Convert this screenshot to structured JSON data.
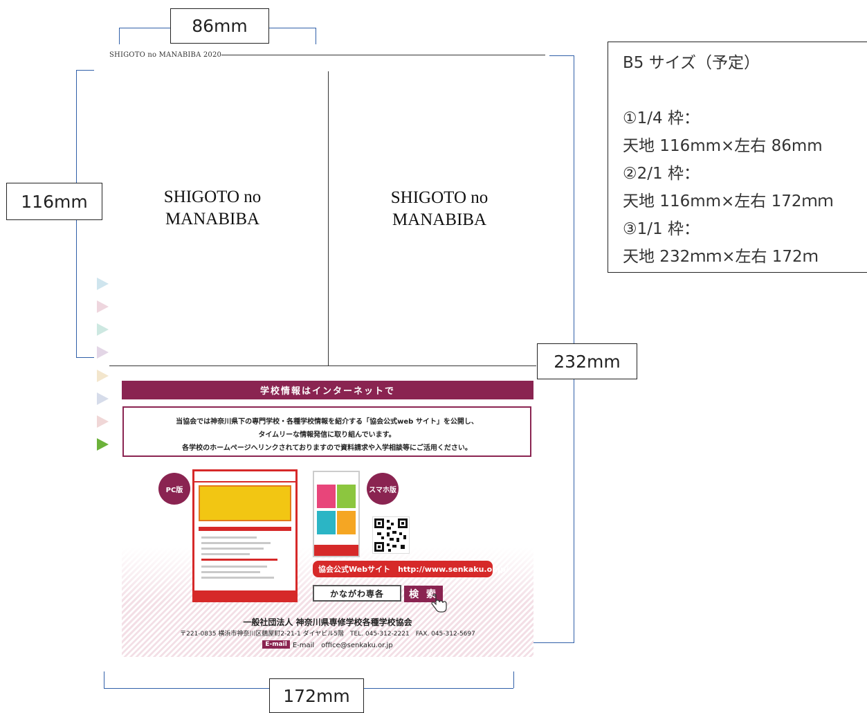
{
  "dimensions": {
    "width_86": "86mm",
    "height_116": "116mm",
    "height_232": "232mm",
    "width_172": "172mm"
  },
  "magazine": {
    "header": "SHIGOTO no MANABIBA 2020",
    "placeholder_left": "SHIGOTO no MANABIBA",
    "placeholder_right": "SHIGOTO no MANABIBA"
  },
  "spec": {
    "lines": [
      "B5 サイズ（予定）",
      "",
      "①1/4 枠：",
      "天地 116mm×左右 86mm",
      "②2/1 枠：",
      "天地 116mm×左右 172ｍｍ",
      "③1/1 枠：",
      "天地 232ｍｍ×左右 172ｍ"
    ]
  },
  "ad": {
    "banner": "学校情報はインターネットで",
    "info_lines": [
      "当協会では神奈川県下の専門学校・各種学校情報を紹介する「協会公式web サイト」を公開し、",
      "タイムリーな情報発信に取り組んでいます。",
      "各学校のホームページへリンクされておりますので資料請求や入学相談等にご活用ください。"
    ],
    "pc_label": "PC版",
    "sp_label": "スマホ版",
    "url_label": "協会公式Webサイト　http://www.senkaku.or.jp/",
    "search_term": "かながわ専各",
    "search_button": "検 索",
    "org_name": "一般社団法人 神奈川県専修学校各種学校協会",
    "address": "〒221-0835 横浜市神奈川区鶴屋町2-21-1 ダイヤビル5階　TEL. 045-312-2221　FAX. 045-312-5697",
    "mail_tag": "E-mail",
    "mail": "E-mail　office@senkaku.or.jp"
  },
  "colors": {
    "brand": "#8a2451",
    "accent_red": "#d62929",
    "dimension_line": "#2f5fa8"
  }
}
